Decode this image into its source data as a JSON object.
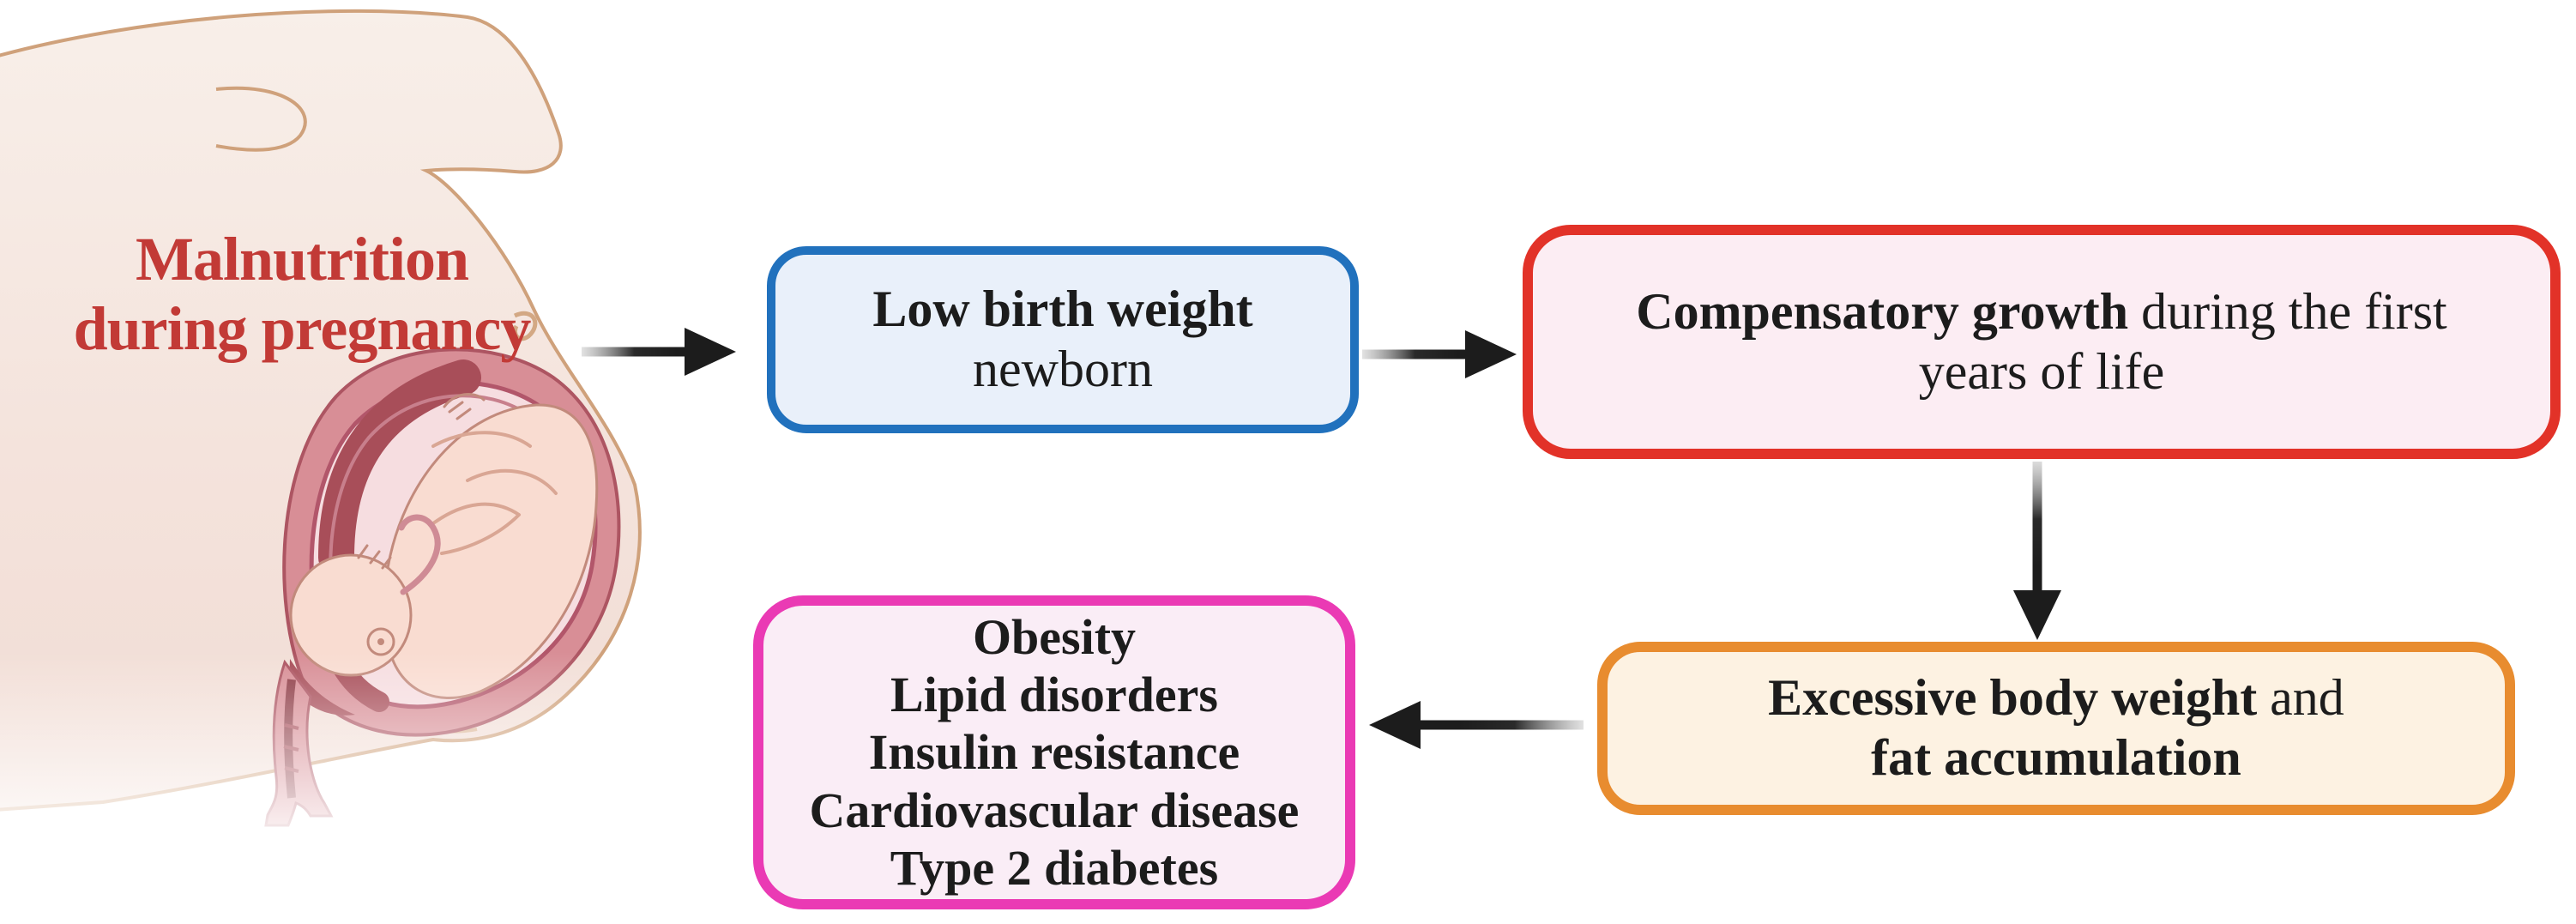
{
  "figure": {
    "heading": {
      "line1": "Malnutrition",
      "line2": "during pregnancy"
    },
    "illustration": "pregnant-woman-side-profile-with-fetus-in-uterus"
  },
  "nodes": {
    "low_birth_weight": {
      "line1_bold": "Low birth weight",
      "line2": "newborn"
    },
    "compensatory_growth": {
      "line1_bold": "Compensatory growth",
      "line1_rest": " during the first",
      "line2": "years of life"
    },
    "excessive_weight": {
      "line1_bold": "Excessive body weight",
      "line1_rest": " and",
      "line2_bold": "fat accumulation"
    },
    "outcomes": {
      "items": [
        "Obesity",
        "Lipid disorders",
        "Insulin resistance",
        "Cardiovascular disease",
        "Type 2 diabetes"
      ]
    }
  },
  "arrows": [
    {
      "name": "arrow-right-icon",
      "from": "pregnant-woman",
      "to": "low-birth-weight",
      "direction": "right"
    },
    {
      "name": "arrow-right-icon",
      "from": "low-birth-weight",
      "to": "compensatory-growth",
      "direction": "right"
    },
    {
      "name": "arrow-down-icon",
      "from": "compensatory-growth",
      "to": "excessive-weight",
      "direction": "down"
    },
    {
      "name": "arrow-left-icon",
      "from": "excessive-weight",
      "to": "outcomes",
      "direction": "left"
    }
  ],
  "colors": {
    "heading_red": "#c23a36",
    "blue_border": "#2171bd",
    "blue_fill": "#e9f0fa",
    "red_border": "#e23228",
    "red_fill": "#fcedf3",
    "orange_border": "#e88c2f",
    "orange_fill": "#fdf2e2",
    "magenta_border": "#ea3ab4",
    "magenta_fill": "#faedf6",
    "arrow_black": "#1c1c1c",
    "body_skin": "#f5e6df",
    "body_outline": "#cfa17b",
    "uterus_wall": "#d88e96",
    "uterus_inner": "#f6dde0",
    "placenta_dark": "#a84e59",
    "fetus_skin": "#f9dcd1"
  }
}
